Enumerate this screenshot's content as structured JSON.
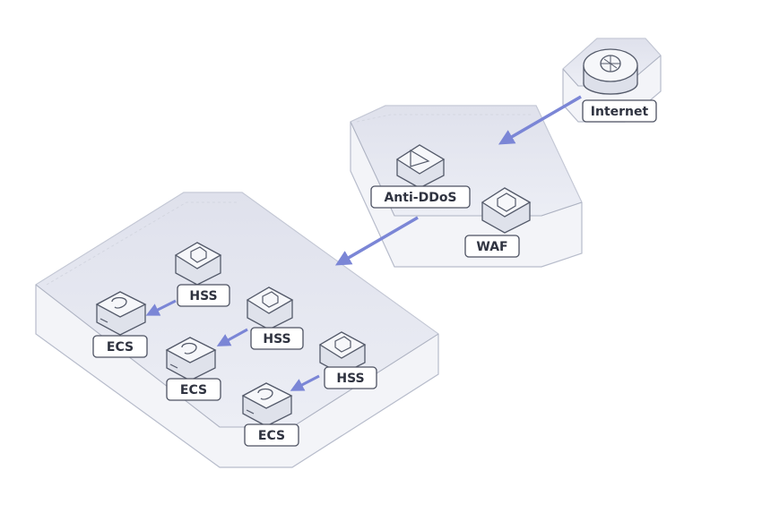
{
  "diagram": {
    "nodes": {
      "internet": {
        "label": "Internet"
      },
      "anti_ddos": {
        "label": "Anti-DDoS"
      },
      "waf": {
        "label": "WAF"
      },
      "hss_1": {
        "label": "HSS"
      },
      "hss_2": {
        "label": "HSS"
      },
      "hss_3": {
        "label": "HSS"
      },
      "ecs_1": {
        "label": "ECS"
      },
      "ecs_2": {
        "label": "ECS"
      },
      "ecs_3": {
        "label": "ECS"
      }
    },
    "edges": [
      {
        "from": "internet",
        "to": "security-zone"
      },
      {
        "from": "security-zone",
        "to": "compute-zone"
      },
      {
        "from": "hss_1",
        "to": "ecs_1"
      },
      {
        "from": "hss_2",
        "to": "ecs_2"
      },
      {
        "from": "hss_3",
        "to": "ecs_3"
      }
    ],
    "colors": {
      "arrow": "#7b86d6",
      "platform_top": "#e4e6f0",
      "platform_edge": "#b7bccb",
      "icon_fill": "#eef0f5",
      "icon_stroke": "#545a6a"
    }
  }
}
